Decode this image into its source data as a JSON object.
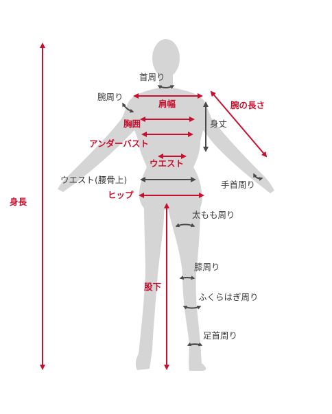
{
  "colors": {
    "accent": "#c8102e",
    "secondary": "#4a4a4a",
    "figure": "#d5d5d5"
  },
  "labels": {
    "height": "身長",
    "neck": "首周り",
    "shoulder_width": "肩幅",
    "upper_arm": "腕周り",
    "chest": "胸囲",
    "body_length": "身丈",
    "arm_length": "腕の長さ",
    "underbust": "アンダーバスト",
    "waist": "ウエスト",
    "waist_hip_bone": "ウエスト(腰骨上)",
    "wrist": "手首周り",
    "hip": "ヒップ",
    "thigh": "太もも周り",
    "knee": "膝周り",
    "inseam": "股下",
    "calf": "ふくらはぎ周り",
    "ankle": "足首周り"
  }
}
